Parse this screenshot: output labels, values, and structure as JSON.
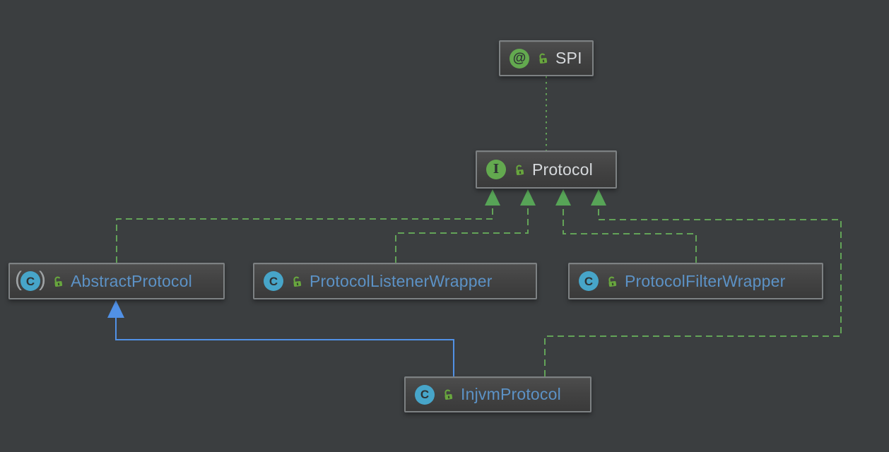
{
  "diagram": {
    "type": "uml-class-diagram",
    "theme": "darcula",
    "nodes": {
      "spi": {
        "label": "SPI",
        "kind": "annotation",
        "icon_letter": "@",
        "visibility": "public"
      },
      "protocol": {
        "label": "Protocol",
        "kind": "interface",
        "icon_letter": "I",
        "visibility": "public"
      },
      "abstract_protocol": {
        "label": "AbstractProtocol",
        "kind": "abstract-class",
        "icon_letter": "C",
        "paren_left": "(",
        "paren_right": ")",
        "visibility": "public"
      },
      "protocol_listener_wrapper": {
        "label": "ProtocolListenerWrapper",
        "kind": "class",
        "icon_letter": "C",
        "visibility": "public"
      },
      "protocol_filter_wrapper": {
        "label": "ProtocolFilterWrapper",
        "kind": "class",
        "icon_letter": "C",
        "visibility": "public"
      },
      "injvm_protocol": {
        "label": "InjvmProtocol",
        "kind": "class",
        "icon_letter": "C",
        "visibility": "public"
      }
    },
    "edges": [
      {
        "from": "Protocol",
        "to": "SPI",
        "type": "annotation-dependency",
        "line_style": "dotted",
        "arrow": "none",
        "color": "#63a358"
      },
      {
        "from": "AbstractProtocol",
        "to": "Protocol",
        "type": "realization",
        "line_style": "dashed",
        "arrow": "filled-triangle",
        "color": "#63a358"
      },
      {
        "from": "ProtocolListenerWrapper",
        "to": "Protocol",
        "type": "realization",
        "line_style": "dashed",
        "arrow": "filled-triangle",
        "color": "#63a358"
      },
      {
        "from": "ProtocolFilterWrapper",
        "to": "Protocol",
        "type": "realization",
        "line_style": "dashed",
        "arrow": "filled-triangle",
        "color": "#63a358"
      },
      {
        "from": "InjvmProtocol",
        "to": "Protocol",
        "type": "realization",
        "line_style": "dashed",
        "arrow": "filled-triangle",
        "color": "#63a358"
      },
      {
        "from": "InjvmProtocol",
        "to": "AbstractProtocol",
        "type": "inheritance",
        "line_style": "solid",
        "arrow": "filled-triangle",
        "color": "#5191e6"
      }
    ],
    "colors": {
      "background": "#3b3e40",
      "node_fill_top": "#4d4d4d",
      "node_fill_bottom": "#3a3a3a",
      "node_border": "#7d8183",
      "annotation_icon": "#63a94f",
      "interface_icon": "#63a94f",
      "class_icon": "#47a5c9",
      "lock_icon": "#68a63e",
      "edge_green": "#63a358",
      "edge_blue": "#5191e6",
      "label_light": "#d6d9dc",
      "label_blue": "#5c92c6"
    }
  }
}
